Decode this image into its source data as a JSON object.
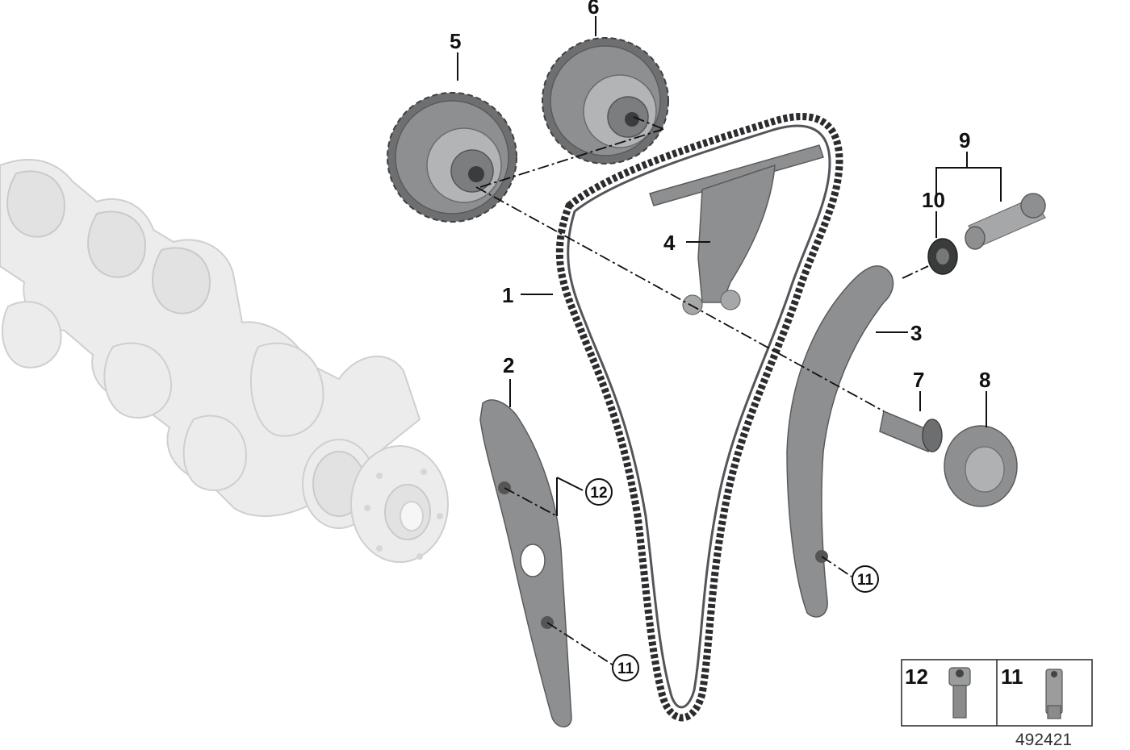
{
  "callouts": [
    {
      "id": "1",
      "text": "1"
    },
    {
      "id": "2",
      "text": "2"
    },
    {
      "id": "3",
      "text": "3"
    },
    {
      "id": "4",
      "text": "4"
    },
    {
      "id": "5",
      "text": "5"
    },
    {
      "id": "6",
      "text": "6"
    },
    {
      "id": "7",
      "text": "7"
    },
    {
      "id": "8",
      "text": "8"
    },
    {
      "id": "9",
      "text": "9"
    },
    {
      "id": "10",
      "text": "10"
    }
  ],
  "circled_callouts": [
    {
      "id": "12-guide",
      "text": "12"
    },
    {
      "id": "11-guide",
      "text": "11"
    },
    {
      "id": "11-tensioner",
      "text": "11"
    }
  ],
  "legend": {
    "cell_a": {
      "label": "12",
      "icon": "socket-head-bolt-icon"
    },
    "cell_b": {
      "label": "11",
      "icon": "guide-pin-bolt-icon"
    }
  },
  "reference_number": "492421",
  "colors": {
    "part": "#8e8f90",
    "ghost": "#ececec",
    "chain": "#2c2c2e",
    "ink": "#111111"
  }
}
